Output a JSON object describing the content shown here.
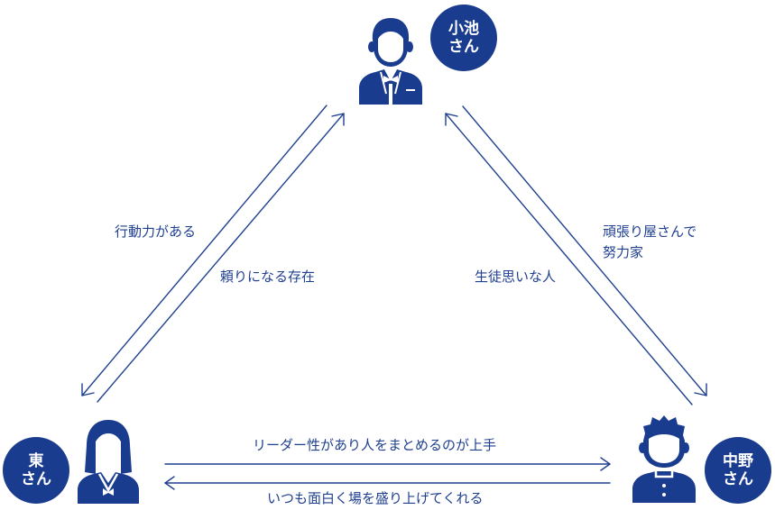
{
  "colors": {
    "primary": "#1a3c8f",
    "line": "#1f3f8f",
    "background": "#ffffff"
  },
  "people": {
    "top": {
      "name": "小池",
      "suffix": "さん",
      "icon": "businessman-icon"
    },
    "left": {
      "name": "東",
      "suffix": "さん",
      "icon": "female-student-icon"
    },
    "right": {
      "name": "中野",
      "suffix": "さん",
      "icon": "male-student-icon"
    }
  },
  "relations": {
    "left_to_top": "行動力がある",
    "top_to_left": "頼りになる存在",
    "right_to_top_line1": "頑張り屋さんで",
    "right_to_top_line2": "努力家",
    "top_to_right": "生徒思いな人",
    "left_to_right": "リーダー性があり人をまとめるのが上手",
    "right_to_left": "いつも面白く場を盛り上げてくれる"
  }
}
